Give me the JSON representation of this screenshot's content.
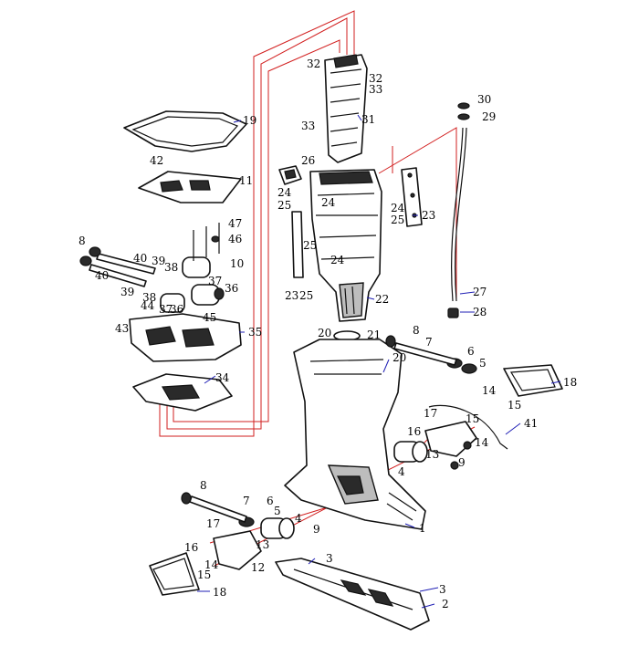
{
  "diagram": {
    "callouts": [
      {
        "id": "c1",
        "text": "1"
      },
      {
        "id": "c2",
        "text": "2"
      },
      {
        "id": "c3a",
        "text": "3"
      },
      {
        "id": "c3b",
        "text": "3"
      },
      {
        "id": "c4a",
        "text": "4"
      },
      {
        "id": "c4b",
        "text": "4"
      },
      {
        "id": "c5a",
        "text": "5"
      },
      {
        "id": "c5b",
        "text": "5"
      },
      {
        "id": "c6a",
        "text": "6"
      },
      {
        "id": "c6b",
        "text": "6"
      },
      {
        "id": "c7a",
        "text": "7"
      },
      {
        "id": "c7b",
        "text": "7"
      },
      {
        "id": "c8a",
        "text": "8"
      },
      {
        "id": "c8b",
        "text": "8"
      },
      {
        "id": "c8c",
        "text": "8"
      },
      {
        "id": "c9a",
        "text": "9"
      },
      {
        "id": "c9b",
        "text": "9"
      },
      {
        "id": "c10",
        "text": "10"
      },
      {
        "id": "c11",
        "text": "11"
      },
      {
        "id": "c12",
        "text": "12"
      },
      {
        "id": "c13a",
        "text": "13"
      },
      {
        "id": "c13b",
        "text": "13"
      },
      {
        "id": "c14a",
        "text": "14"
      },
      {
        "id": "c14b",
        "text": "14"
      },
      {
        "id": "c14c",
        "text": "14"
      },
      {
        "id": "c15a",
        "text": "15"
      },
      {
        "id": "c15b",
        "text": "15"
      },
      {
        "id": "c15c",
        "text": "15"
      },
      {
        "id": "c16a",
        "text": "16"
      },
      {
        "id": "c16b",
        "text": "16"
      },
      {
        "id": "c17a",
        "text": "17"
      },
      {
        "id": "c17b",
        "text": "17"
      },
      {
        "id": "c18a",
        "text": "18"
      },
      {
        "id": "c18b",
        "text": "18"
      },
      {
        "id": "c19",
        "text": "19"
      },
      {
        "id": "c20a",
        "text": "20"
      },
      {
        "id": "c20b",
        "text": "20"
      },
      {
        "id": "c21",
        "text": "21"
      },
      {
        "id": "c22",
        "text": "22"
      },
      {
        "id": "c23a",
        "text": "23"
      },
      {
        "id": "c23b",
        "text": "23"
      },
      {
        "id": "c24a",
        "text": "24"
      },
      {
        "id": "c24b",
        "text": "24"
      },
      {
        "id": "c24c",
        "text": "24"
      },
      {
        "id": "c24d",
        "text": "24"
      },
      {
        "id": "c25a",
        "text": "25"
      },
      {
        "id": "c25b",
        "text": "25"
      },
      {
        "id": "c25c",
        "text": "25"
      },
      {
        "id": "c25d",
        "text": "25"
      },
      {
        "id": "c26",
        "text": "26"
      },
      {
        "id": "c27",
        "text": "27"
      },
      {
        "id": "c28",
        "text": "28"
      },
      {
        "id": "c29",
        "text": "29"
      },
      {
        "id": "c30",
        "text": "30"
      },
      {
        "id": "c31",
        "text": "31"
      },
      {
        "id": "c32a",
        "text": "32"
      },
      {
        "id": "c32b",
        "text": "32"
      },
      {
        "id": "c33a",
        "text": "33"
      },
      {
        "id": "c33b",
        "text": "33"
      },
      {
        "id": "c34",
        "text": "34"
      },
      {
        "id": "c35",
        "text": "35"
      },
      {
        "id": "c36a",
        "text": "36"
      },
      {
        "id": "c36b",
        "text": "36"
      },
      {
        "id": "c37a",
        "text": "37"
      },
      {
        "id": "c37b",
        "text": "37"
      },
      {
        "id": "c38a",
        "text": "38"
      },
      {
        "id": "c38b",
        "text": "38"
      },
      {
        "id": "c39a",
        "text": "39"
      },
      {
        "id": "c39b",
        "text": "39"
      },
      {
        "id": "c40a",
        "text": "40"
      },
      {
        "id": "c40b",
        "text": "40"
      },
      {
        "id": "c41",
        "text": "41"
      },
      {
        "id": "c42",
        "text": "42"
      },
      {
        "id": "c43",
        "text": "43"
      },
      {
        "id": "c44",
        "text": "44"
      },
      {
        "id": "c45",
        "text": "45"
      },
      {
        "id": "c46",
        "text": "46"
      },
      {
        "id": "c47",
        "text": "47"
      }
    ]
  }
}
